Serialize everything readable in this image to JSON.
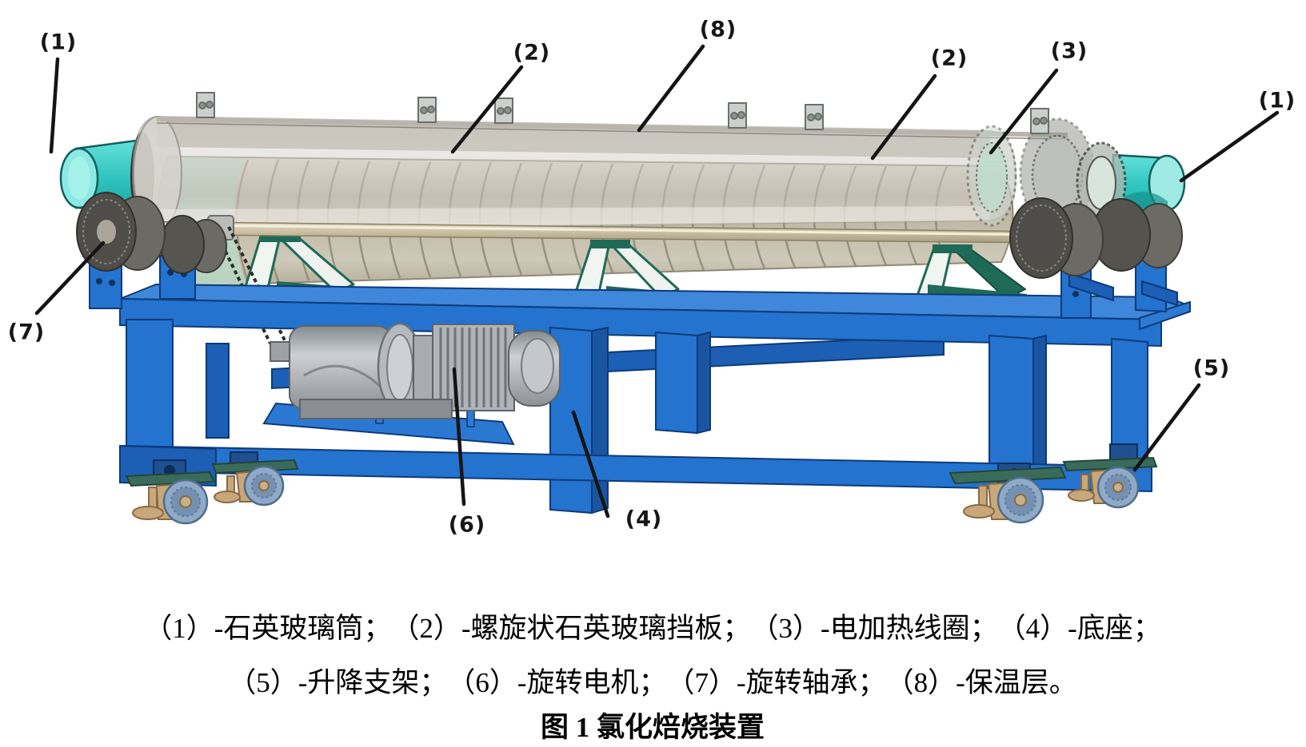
{
  "figure": {
    "callouts": [
      {
        "label": "(1)",
        "points_to": "quartz-glass-tube-left-end"
      },
      {
        "label": "(2)",
        "points_to": "spiral-quartz-baffle-left"
      },
      {
        "label": "(8)",
        "points_to": "insulation-layer"
      },
      {
        "label": "(2)",
        "points_to": "spiral-quartz-baffle-right"
      },
      {
        "label": "(3)",
        "points_to": "electric-heating-coil"
      },
      {
        "label": "(1)",
        "points_to": "quartz-glass-tube-right-end"
      },
      {
        "label": "(7)",
        "points_to": "rotary-bearing"
      },
      {
        "label": "(6)",
        "points_to": "rotary-motor"
      },
      {
        "label": "(4)",
        "points_to": "base-frame"
      },
      {
        "label": "(5)",
        "points_to": "lifting-support"
      }
    ],
    "legend": [
      {
        "num": "（1）",
        "name": "石英玻璃筒"
      },
      {
        "num": "（2）",
        "name": "螺旋状石英玻璃挡板"
      },
      {
        "num": "（3）",
        "name": "电加热线圈"
      },
      {
        "num": "（4）",
        "name": "底座"
      },
      {
        "num": "（5）",
        "name": "升降支架"
      },
      {
        "num": "（6）",
        "name": "旋转电机"
      },
      {
        "num": "（7）",
        "name": "旋转轴承"
      },
      {
        "num": "（8）",
        "name": "保温层"
      }
    ],
    "caption": {
      "line1": "（1）-石英玻璃筒；　（2）-螺旋状石英玻璃挡板；　（3）-电加热线圈；　（4）-底座；",
      "line2": "（5）-升降支架；　（6）-旋转电机；　（7）-旋转轴承；　（8）-保温层。",
      "title": "图 1  氯化焙烧装置"
    },
    "colors": {
      "frame_blue": "#2373cf",
      "tube_cyan": "#3fd0cc",
      "trestle_green": "#1f6a56",
      "shell_gray": "#c9c5bc",
      "spiral_tan": "#c6c0ae",
      "roller_gray": "#4e4d49",
      "caster_wheel_blue": "#8fa9c6",
      "caster_mount_tan": "#c8a87a"
    }
  }
}
